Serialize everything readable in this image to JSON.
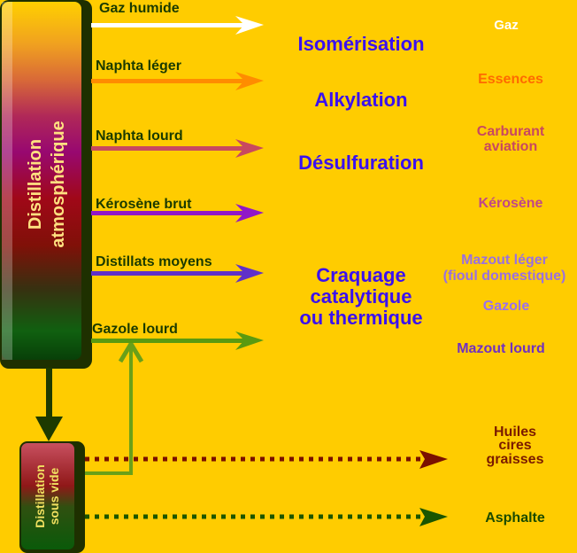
{
  "columns": {
    "atmospheric": [
      "Distillation",
      "atmosphérique"
    ],
    "vacuum": [
      "Distillation",
      "sous vide"
    ]
  },
  "fractions": [
    {
      "label": "Gaz humide",
      "color": "#ffffff"
    },
    {
      "label": "Naphta léger",
      "color": "#ff8c00"
    },
    {
      "label": "Naphta lourd",
      "color": "#c84860"
    },
    {
      "label": "Kérosène brut",
      "color": "#9018c8"
    },
    {
      "label": "Distillats moyens",
      "color": "#6030c8"
    },
    {
      "label": "Gazole lourd",
      "color": "#5a9a10"
    }
  ],
  "processes": [
    "Isomérisation",
    "Alkylation",
    "Désulfuration",
    "Craquage",
    "catalytique",
    "ou thermique"
  ],
  "products": [
    {
      "label": "Gaz",
      "color": "#ffffff"
    },
    {
      "label": "Essences",
      "color": "#ff6a00"
    },
    {
      "label": "Carburant",
      "color": "#c84860"
    },
    {
      "label": "aviation",
      "color": "#c84860"
    },
    {
      "label": "Kérosène",
      "color": "#c04888"
    },
    {
      "label": "Mazout léger",
      "color": "#9a70e0"
    },
    {
      "label": "(fioul domestique)",
      "color": "#9a70e0"
    },
    {
      "label": "Gazole",
      "color": "#9a70f0"
    },
    {
      "label": "Mazout lourd",
      "color": "#7030c0"
    }
  ],
  "vacuum_products": [
    {
      "label": "Huiles",
      "color": "#7a1a00"
    },
    {
      "label": "cires",
      "color": "#7a1a00"
    },
    {
      "label": "graisses",
      "color": "#7a1a00"
    },
    {
      "label": "Asphalte",
      "color": "#1a4a00"
    }
  ],
  "colors": {
    "background": "#ffcc00",
    "process": "#3a10f0",
    "label": "#1a3a00"
  }
}
